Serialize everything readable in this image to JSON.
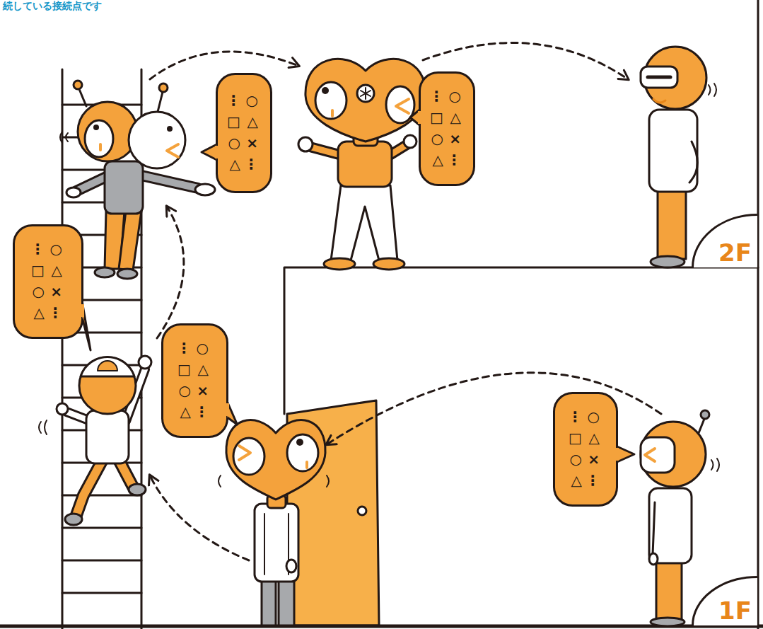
{
  "diagram": {
    "nodes": [
      {
        "text": [
          "○△×⋮⋮□○△"
        ]
      },
      {
        "text": [
          "○△×⋮⋮□○△"
        ]
      },
      {
        "text": [
          "2F"
        ]
      },
      {
        "text": [
          "○△×⋮⋮□○△"
        ]
      },
      {
        "text": [
          "○△×⋮⋮□○△"
        ]
      },
      {
        "text": [
          "○△×⋮⋮□○△"
        ]
      },
      {
        "text": [
          "1F"
        ]
      }
    ],
    "labels": [
      "続している接続点です"
    ]
  }
}
